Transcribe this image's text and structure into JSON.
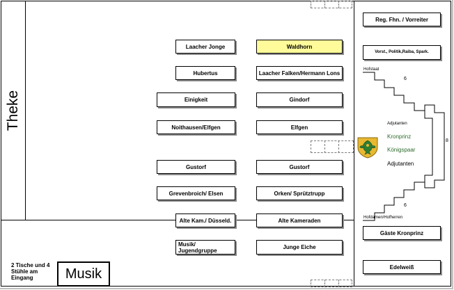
{
  "theke_label": "Theke",
  "musik_label": "Musik",
  "entrance_note": "2 Tische und 4 Stühle am Eingang",
  "tables_left": [
    "Laacher Jonge",
    "Hubertus",
    "Einigkeit",
    "Noithausen/Elfgen",
    "Gustorf",
    "Grevenbroich/ Elsen",
    "Alte Kam./ Düsseld.",
    "Musik/ Jugendgruppe"
  ],
  "tables_right": [
    "Waldhorn",
    "Laacher Falken/Hermann Lons",
    "Gindorf",
    "Elfgen",
    "Gustorf",
    "Orken/ Sprütztrupp",
    "Alte Kameraden",
    "Junge Eiche"
  ],
  "side_tables": {
    "reg": "Reg. Fhn. / Vorreiter",
    "vorst": "Vorst., Politik,Raiba, Spark.",
    "gaeste": "Gäste Kronprinz",
    "edelweiss": "Edelweiß"
  },
  "stage": {
    "hofstaat": "Hofstaat",
    "hofdamen": "Hofdamen/Hofherren",
    "count_top": "6",
    "count_bottom": "6",
    "count_side": "8",
    "adjutanten_top": "Adjutanten",
    "kronprinz": "Kronprinz",
    "koenigspaar": "Königspaar",
    "adjutanten_bottom": "Adjutanten"
  },
  "colors": {
    "highlight": "#fffb9a",
    "crest_gold": "#e8b830",
    "crest_green": "#2e7d32",
    "label_green": "#2e6b2e"
  },
  "icons": {
    "crest": "coat-of-arms-icon"
  }
}
